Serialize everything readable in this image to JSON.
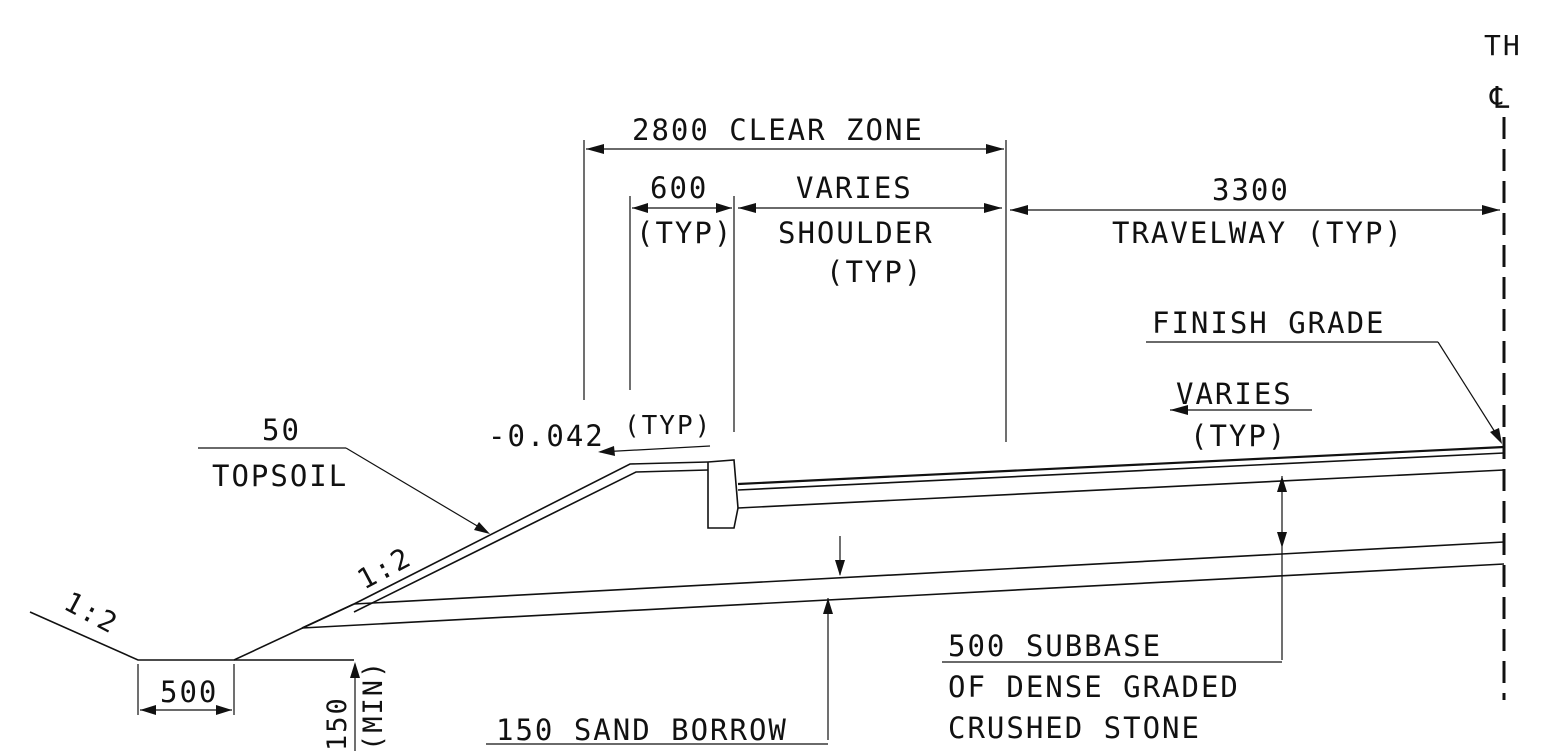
{
  "labels": {
    "corner_text": "TH",
    "centerline_symbol": "℄",
    "clear_zone": "2800 CLEAR ZONE",
    "dim_600": "600",
    "dim_600_typ": "(TYP)",
    "shoulder_varies": "VARIES",
    "shoulder": "SHOULDER",
    "shoulder_typ": "(TYP)",
    "dim_3300": "3300",
    "travelway": "TRAVELWAY (TYP)",
    "finish_grade": "FINISH GRADE",
    "travel_varies": "VARIES",
    "travel_varies_typ": "(TYP)",
    "slope_shoulder": "-0.042",
    "slope_shoulder_typ": "(TYP)",
    "topsoil_depth": "50",
    "topsoil": "TOPSOIL",
    "slope_inner": "1:2",
    "slope_outer": "1:2",
    "dim_500": "500",
    "dim_150": "150",
    "dim_150_min": "(MIN)",
    "sand_borrow": "150 SAND BORROW",
    "subbase_1": "500 SUBBASE",
    "subbase_2": "OF DENSE GRADED",
    "subbase_3": "CRUSHED STONE"
  }
}
